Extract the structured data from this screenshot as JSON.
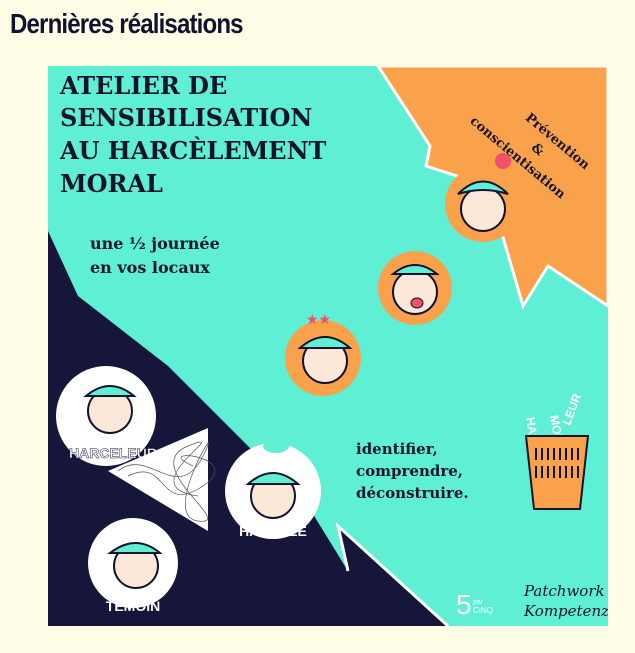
{
  "section_title": "Dernières réalisations",
  "poster": {
    "headline": [
      "ATELIER DE",
      "SENSIBILISATION",
      "AU HARCÈLEMENT",
      "MORAL"
    ],
    "subtitle": [
      "une ½ journée",
      "en vos locaux"
    ],
    "corner": [
      "Prévention",
      "&",
      "conscientisation"
    ],
    "actions": [
      "identifier,",
      "comprendre,",
      "déconstruire."
    ],
    "roles": {
      "harceleur": "HARCELEUR",
      "harcele": "HARCELÉ",
      "temoin": "TÉMOIN"
    },
    "bin_words": [
      "HARC",
      "MOIN",
      "LEUR"
    ],
    "logo_5": {
      "num": "5",
      "par": "par",
      "cinq": "CINQ"
    },
    "logo_patchwork": [
      "Patchwork",
      "Kompetenz"
    ],
    "colors": {
      "teal": "#5eefd4",
      "orange": "#f9a24b",
      "navy": "#16153a",
      "red": "#f2506b"
    }
  }
}
